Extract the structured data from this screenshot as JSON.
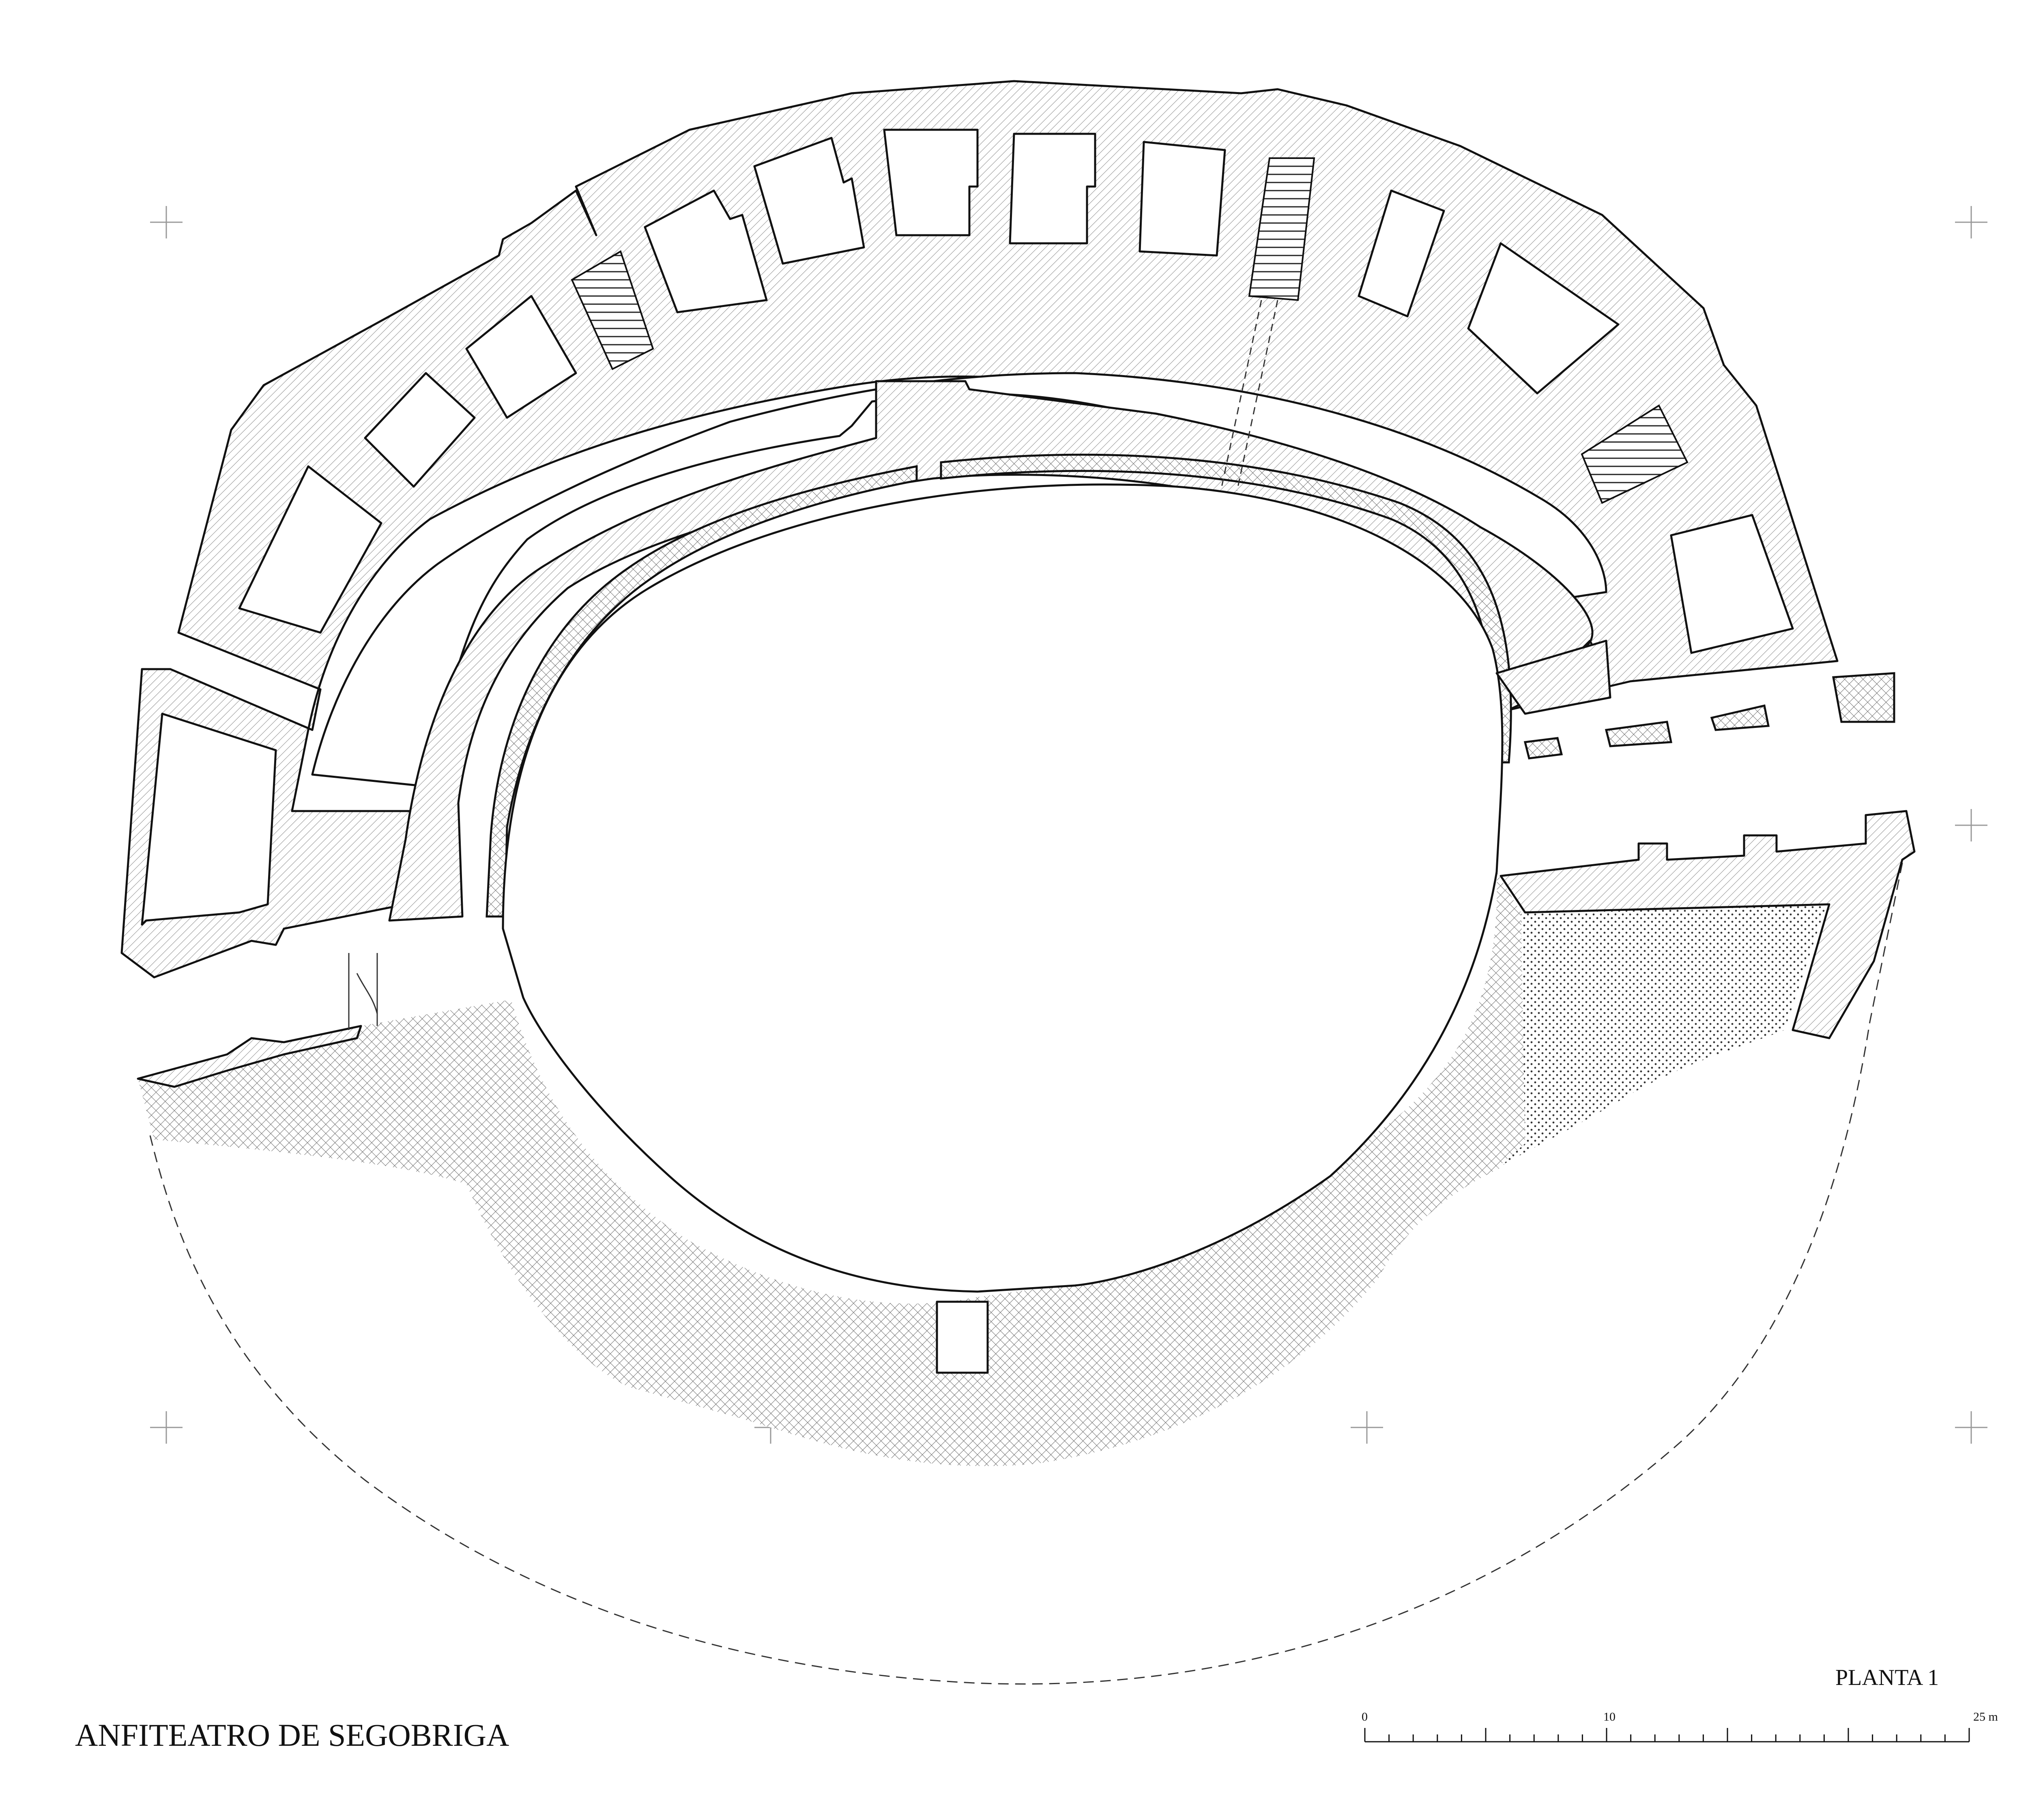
{
  "title": "ANFITEATRO DE SEGOBRIGA",
  "sheet_label": "PLANTA 1",
  "scale_bar": {
    "labels": [
      "0",
      "10",
      "25 m"
    ],
    "max_value": 25,
    "label_values": [
      0,
      10,
      25
    ],
    "minor_step": 1,
    "major_step": 5
  },
  "legend_colors": {
    "line": "#111111",
    "hatch": "#7a7a7a",
    "crosshatch": "#6a6a6a",
    "dots": "#333333"
  }
}
